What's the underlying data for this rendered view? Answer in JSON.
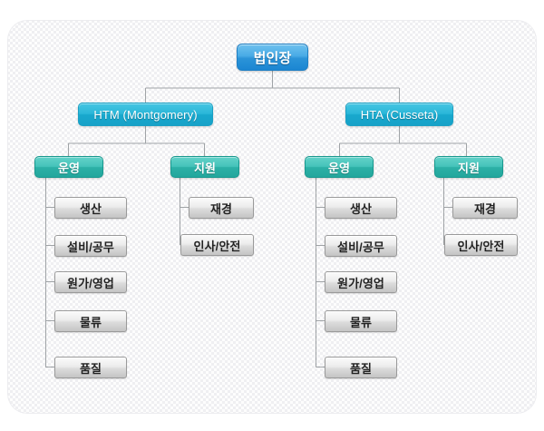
{
  "chart": {
    "title_node": {
      "label": "법인장"
    },
    "branches": [
      {
        "label": "HTM (Montgomery)",
        "groups": [
          {
            "label": "운영",
            "items": [
              {
                "label": "생산"
              },
              {
                "label": "설비/공무"
              },
              {
                "label": "원가/영업"
              },
              {
                "label": "물류"
              },
              {
                "label": "품질"
              }
            ]
          },
          {
            "label": "지원",
            "items": [
              {
                "label": "재경"
              },
              {
                "label": "인사/안전"
              }
            ]
          }
        ]
      },
      {
        "label": "HTA (Cusseta)",
        "groups": [
          {
            "label": "운영",
            "items": [
              {
                "label": "생산"
              },
              {
                "label": "설비/공무"
              },
              {
                "label": "원가/영업"
              },
              {
                "label": "물류"
              },
              {
                "label": "품질"
              }
            ]
          },
          {
            "label": "지원",
            "items": [
              {
                "label": "재경"
              },
              {
                "label": "인사/안전"
              }
            ]
          }
        ]
      }
    ]
  },
  "colors": {
    "root_node": "#2b93d8",
    "division_node": "#19a9ce",
    "team_node": "#2eb3a9",
    "leaf_node": "#dcdcdc",
    "connector_line": "#9fa3a6",
    "panel_background": "#fdfdfd"
  }
}
